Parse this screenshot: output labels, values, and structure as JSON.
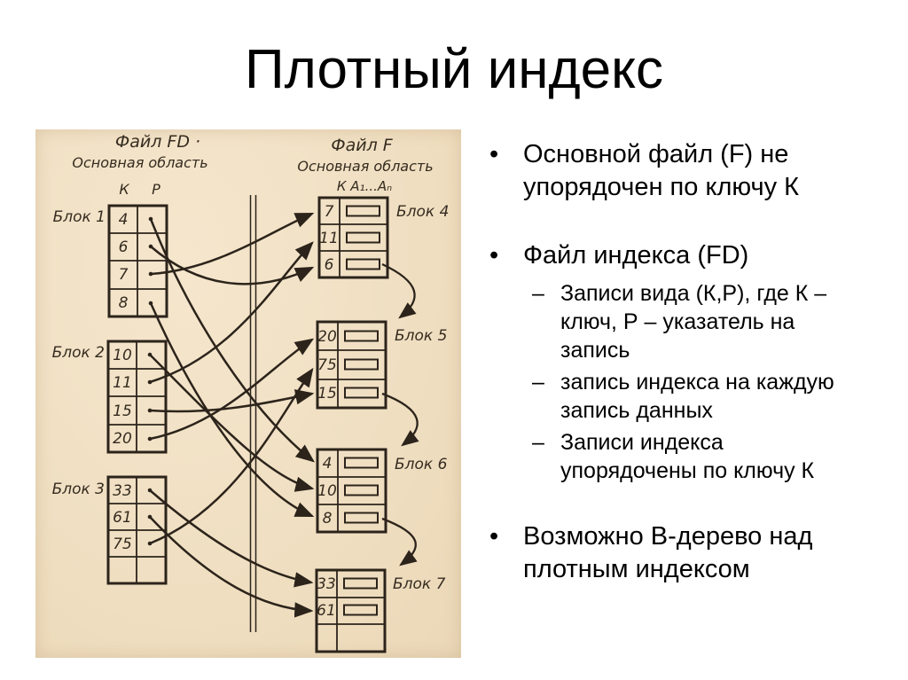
{
  "slide": {
    "title": "Плотный индекс"
  },
  "markers": {
    "bullet": "•",
    "dash": "–"
  },
  "bullets": [
    {
      "text": "Основной файл (F) не упорядочен по ключу К"
    },
    {
      "text": "Файл индекса (FD)",
      "children": [
        "Записи вида (К,Р), где К – ключ, Р – указатель на запись",
        "запись индекса на каждую запись данных",
        "Записи индекса упорядочены по ключу К"
      ]
    },
    {
      "text": "Возможно В-дерево над плотным индексом"
    }
  ],
  "figure": {
    "left_file": {
      "title": "Файл FD ·",
      "subtitle": "Основная область",
      "col_k": "К",
      "col_p": "Р",
      "blocks": [
        {
          "label": "Блок 1",
          "keys": [
            "4",
            "6",
            "7",
            "8"
          ]
        },
        {
          "label": "Блок 2",
          "keys": [
            "10",
            "11",
            "15",
            "20"
          ]
        },
        {
          "label": "Блок 3",
          "keys": [
            "33",
            "61",
            "75"
          ]
        }
      ]
    },
    "right_file": {
      "title": "Файл F",
      "subtitle": "Основная область",
      "col_header": "К  А₁...Аₙ",
      "blocks": [
        {
          "label": "Блок 4",
          "keys": [
            "7",
            "11",
            "6"
          ]
        },
        {
          "label": "Блок 5",
          "keys": [
            "20",
            "75",
            "15"
          ]
        },
        {
          "label": "Блок 6",
          "keys": [
            "4",
            "10",
            "8"
          ]
        },
        {
          "label": "Блок 7",
          "keys": [
            "33",
            "61"
          ]
        }
      ]
    },
    "colors": {
      "paper": "#f0dfc2",
      "ink": "#2c241b"
    }
  }
}
